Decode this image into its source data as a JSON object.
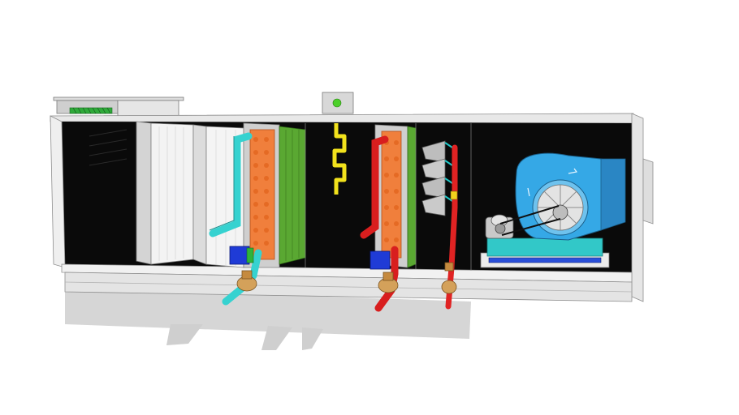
{
  "scene": {
    "subject": "air-handling-unit-cutaway",
    "colors": {
      "background": "#ffffff",
      "casing": "#e9e9e9",
      "casing_edge": "#9a9a9a",
      "interior": "#0a0a0a",
      "shadow": "#d4d4d4",
      "filter_media": "#f2f2f2",
      "coil_fins": "#f07f3c",
      "coil_frame": "#cfcfcf",
      "eliminator": "#5aa832",
      "chilled_water_pipe": "#36d2d0",
      "hot_water_pipe": "#d81e1e",
      "steam_pipe": "#e02323",
      "brass_valve": "#d4a15a",
      "actuator": "#1f3bd6",
      "humidifier_coil": "#f2e21c",
      "fan_housing": "#35a8e6",
      "fan_base": "#32c8c8",
      "motor": "#c9c9c9",
      "status_light": "#4cd02a",
      "damper_green": "#2faa3a"
    },
    "components": [
      "intake-damper",
      "panel-filter",
      "bag-filter",
      "cooling-coil",
      "humidifier",
      "heating-coil",
      "steam-diffusers",
      "supply-fan",
      "motor"
    ]
  }
}
